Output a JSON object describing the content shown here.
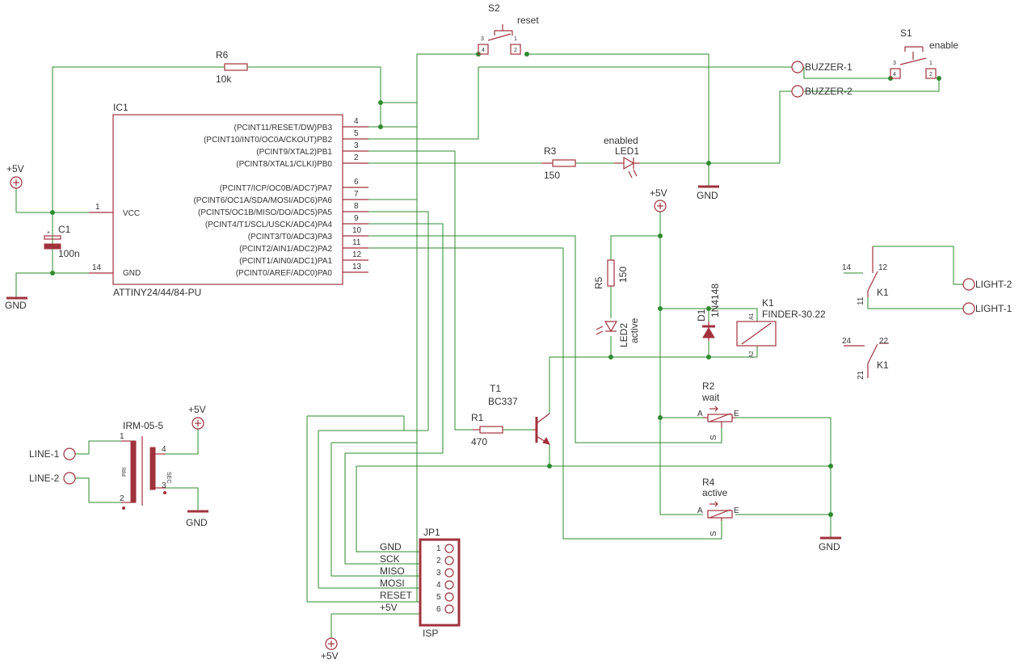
{
  "ic1": {
    "ref": "IC1",
    "part": "ATTINY24/44/84-PU",
    "vcc_label": "VCC",
    "gnd_label": "GND",
    "vcc_pin": "1",
    "gnd_pin": "14",
    "pins": [
      {
        "name": "(PCINT11/RESET/DW)PB3",
        "num": "4"
      },
      {
        "name": "(PCINT10/INT0/OC0A/CKOUT)PB2",
        "num": "5"
      },
      {
        "name": "(PCINT9/XTAL2)PB1",
        "num": "3"
      },
      {
        "name": "(PCINT8/XTAL1/CLKI)PB0",
        "num": "2"
      },
      {
        "name": "(PCINT7/ICP/OC0B/ADC7)PA7",
        "num": "6"
      },
      {
        "name": "(PCINT6/OC1A/SDA/MOSI/ADC6)PA6",
        "num": "7"
      },
      {
        "name": "(PCINT5/OC1B/MISO/DO/ADC5)PA5",
        "num": "8"
      },
      {
        "name": "(PCINT4/T1/SCL/USCK/ADC4)PA4",
        "num": "9"
      },
      {
        "name": "(PCINT3/T0/ADC3)PA3",
        "num": "10"
      },
      {
        "name": "(PCINT2/AIN1/ADC2)PA2",
        "num": "11"
      },
      {
        "name": "(PCINT1/AIN0/ADC1)PA1",
        "num": "12"
      },
      {
        "name": "(PCINT0/AREF/ADC0)PA0",
        "num": "13"
      }
    ]
  },
  "r6": {
    "ref": "R6",
    "value": "10k"
  },
  "r3": {
    "ref": "R3",
    "value": "150"
  },
  "r1": {
    "ref": "R1",
    "value": "470"
  },
  "r5": {
    "ref": "R5",
    "value": "150"
  },
  "c1": {
    "ref": "C1",
    "value": "100n",
    "plus": "+"
  },
  "led1": {
    "ref": "LED1",
    "label": "enabled"
  },
  "led2": {
    "ref": "LED2",
    "label": "active"
  },
  "d1": {
    "ref": "D1",
    "value": "1N4148"
  },
  "t1": {
    "ref": "T1",
    "value": "BC337"
  },
  "k1": {
    "ref": "K1",
    "value": "FINDER-30.22",
    "a1": "A1",
    "a2": "A2",
    "p14": "14",
    "p12": "12",
    "p11": "11",
    "p24": "24",
    "p22": "22",
    "p21": "21"
  },
  "s1": {
    "ref": "S1",
    "label": "enable",
    "p1": "1",
    "p2": "2",
    "p3": "3",
    "p4": "4"
  },
  "s2": {
    "ref": "S2",
    "label": "reset",
    "p1": "1",
    "p2": "2",
    "p3": "3",
    "p4": "4"
  },
  "r2": {
    "ref": "R2",
    "label": "wait",
    "a": "A",
    "e": "E",
    "s": "S"
  },
  "r4": {
    "ref": "R4",
    "label": "active",
    "a": "A",
    "e": "E",
    "s": "S"
  },
  "psu": {
    "ref": "IRM-05-5",
    "pri": "PRI",
    "sec": "SEC",
    "p1": "1",
    "p2": "2",
    "p3": "3",
    "p4": "4"
  },
  "jp1": {
    "ref": "JP1",
    "label": "ISP",
    "pins": [
      {
        "num": "1",
        "signal": "GND"
      },
      {
        "num": "2",
        "signal": "SCK"
      },
      {
        "num": "3",
        "signal": "MISO"
      },
      {
        "num": "4",
        "signal": "MOSI"
      },
      {
        "num": "5",
        "signal": "RESET"
      },
      {
        "num": "6",
        "signal": "+5V"
      }
    ]
  },
  "connectors": {
    "buzzer1": "BUZZER-1",
    "buzzer2": "BUZZER-2",
    "light1": "LIGHT-1",
    "light2": "LIGHT-2",
    "line1": "LINE-1",
    "line2": "LINE-2"
  },
  "power": {
    "vcc": "+5V",
    "gnd": "GND"
  }
}
